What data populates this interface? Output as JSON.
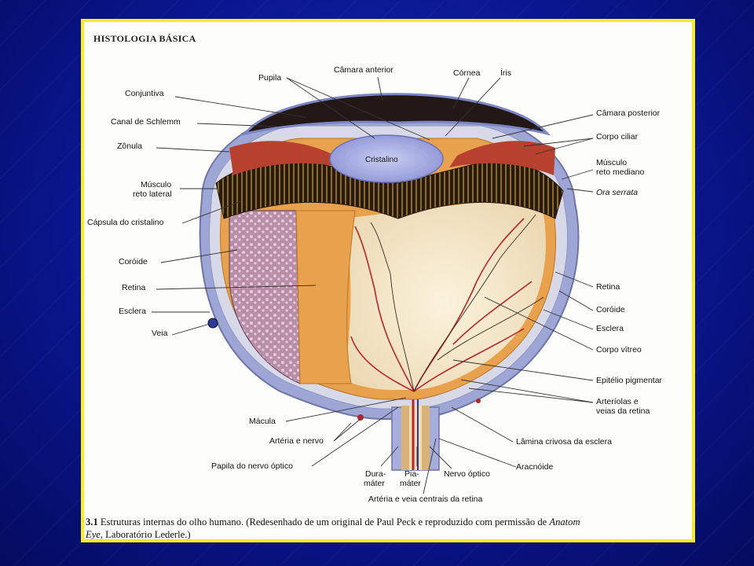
{
  "header": "HISTOLOGIA BÁSICA",
  "labels": {
    "pupila": "Pupila",
    "camara_anterior": "Câmara anterior",
    "cornea": "Córnea",
    "iris": "Íris",
    "conjuntiva": "Conjuntiva",
    "canal_schlemm": "Canal de Schlemm",
    "zonula": "Zônula",
    "cristalino": "Cristalino",
    "camara_posterior": "Câmara posterior",
    "corpo_ciliar": "Corpo ciliar",
    "musculo_reto_mediano_1": "Músculo",
    "musculo_reto_mediano_2": "reto mediano",
    "ora_serrata": "Ora serrata",
    "musculo_reto_lateral_1": "Músculo",
    "musculo_reto_lateral_2": "reto lateral",
    "capsula_cristalino": "Cápsula do cristalino",
    "coroide_left": "Coróide",
    "retina_left": "Retina",
    "esclera_left": "Esclera",
    "veia": "Veia",
    "retina_right": "Retina",
    "coroide_right": "Coróide",
    "esclera_right": "Esclera",
    "corpo_vitreo": "Corpo vítreo",
    "epitelio_pigmentar": "Epitélio pigmentar",
    "arteriolas_1": "Arteríolas e",
    "arteriolas_2": "veias da retina",
    "macula": "Mácula",
    "arteria_nervo": "Artéria e nervo",
    "lamina_crivosa": "Lâmina crivosa da esclera",
    "papila": "Papila do nervo óptico",
    "aracnoide": "Aracnóide",
    "dura_1": "Dura-",
    "dura_2": "máter",
    "pia_1": "Pia-",
    "pia_2": "máter",
    "nervo_optico": "Nervo óptico",
    "arteria_veia_centrais": "Artéria e veia centrais da retina"
  },
  "caption": {
    "fig_no": "3.1",
    "line1": " Estruturas internas do olho humano. (Redesenhado de um original de Paul Peck e reproduzido com permissão de ",
    "line1_ital": "Anatom",
    "line2_ital": "Eye",
    "line2": ", Laboratório Lederle.)"
  },
  "colors": {
    "frame_border": "#f7ee1c",
    "slide_background": "#0a1690",
    "choroid": "#e8a24e",
    "vessels": "#b3282b"
  }
}
